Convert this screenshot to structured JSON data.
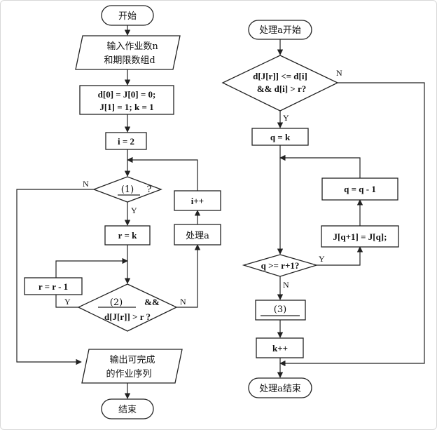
{
  "left": {
    "start": "开始",
    "input_line1": "输入作业数n",
    "input_line2": "和期限数组d",
    "init_line1": "d[0] = J[0] = 0;",
    "init_line2": "J[1] = 1; k = 1",
    "i_init": "i = 2",
    "cond1": "(1)",
    "cond1_q": "?",
    "r_assign": "r = k",
    "r_dec": "r = r - 1",
    "cond2_blank": "(2)",
    "cond2_and": "&&",
    "cond2_line2": "d[J[r]] > r ?",
    "process_a": "处理a",
    "i_inc": "i++",
    "output_line1": "输出可完成",
    "output_line2": "的作业序列",
    "end": "结束"
  },
  "right": {
    "start": "处理a开始",
    "cond_line1": "d[J[r]] <= d[i]",
    "cond_line2": "&& d[i] > r?",
    "q_assign": "q = k",
    "q_dec": "q = q - 1",
    "shift": "J[q+1] = J[q];",
    "loop_cond": "q >= r+1?",
    "step3": "(3)",
    "k_inc": "k++",
    "end": "处理a结束"
  },
  "branch_labels": {
    "yes": "Y",
    "no": "N"
  }
}
